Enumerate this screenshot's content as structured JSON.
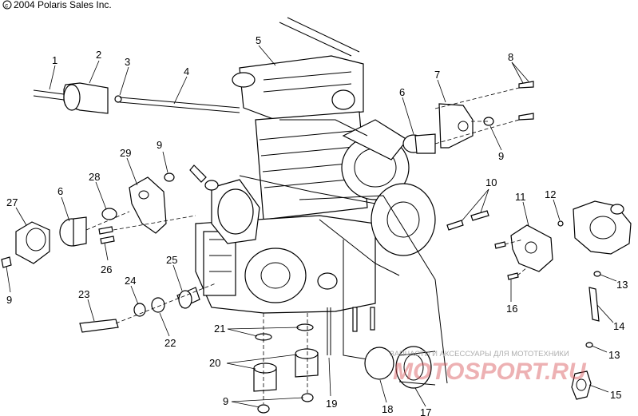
{
  "copyright": "© 2004 Polaris Sales Inc.",
  "watermark": {
    "small_text": "ЗАПЧАСТИ И АКСЕССУАРЫ ДЛЯ МОТОТЕХНИКИ",
    "brand": "MOTOSPORT.RU",
    "color": "#d9585c"
  },
  "callouts": {
    "c1": "1",
    "c2": "2",
    "c3": "3",
    "c4": "4",
    "c5": "5",
    "c6a": "6",
    "c6b": "6",
    "c7": "7",
    "c8": "8",
    "c9a": "9",
    "c9b": "9",
    "c9c": "9",
    "c9d": "9",
    "c10": "10",
    "c11": "11",
    "c12": "12",
    "c13a": "13",
    "c13b": "13",
    "c14": "14",
    "c15": "15",
    "c16": "16",
    "c17": "17",
    "c18": "18",
    "c19": "19",
    "c20": "20",
    "c21": "21",
    "c22": "22",
    "c23": "23",
    "c24": "24",
    "c25": "25",
    "c26": "26",
    "c27": "27",
    "c28": "28",
    "c29": "29"
  }
}
